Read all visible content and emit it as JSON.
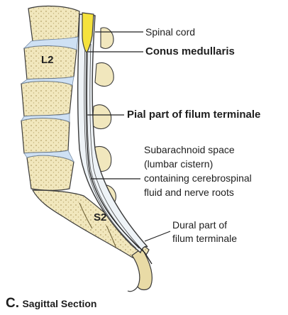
{
  "labels": {
    "spinal_cord": "Spinal cord",
    "conus_medullaris": "Conus medullaris",
    "pial_filum": "Pial part of filum terminale",
    "subarachnoid_lines": [
      "Subarachnoid space",
      "(lumbar cistern)",
      "containing cerebrospinal",
      "fluid and nerve roots"
    ],
    "dural_filum_lines": [
      "Dural part of",
      "filum terminale"
    ]
  },
  "vertebra_labels": {
    "l2": "L2",
    "s2": "S2"
  },
  "caption": {
    "letter": "C.",
    "text": "Sagittal Section"
  },
  "colors": {
    "bone": "#f1e7bd",
    "bone_shade": "#d9c98d",
    "disc": "#cfe1f4",
    "cord": "#f5e23c",
    "outline": "#3a3a3a"
  }
}
